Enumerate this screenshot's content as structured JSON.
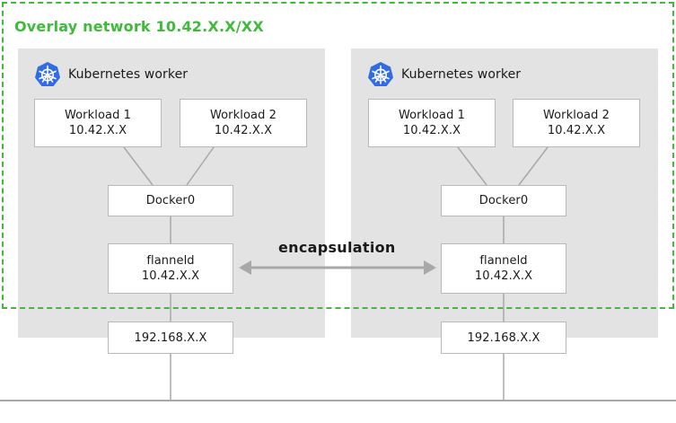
{
  "overlay": {
    "label": "Overlay network 10.42.X.X/XX",
    "color": "#3fba3a"
  },
  "encapsulation_label": "encapsulation",
  "workers": [
    {
      "title": "Kubernetes worker",
      "icon": "kubernetes-icon",
      "workloads": [
        {
          "name": "Workload 1",
          "ip": "10.42.X.X"
        },
        {
          "name": "Workload 2",
          "ip": "10.42.X.X"
        }
      ],
      "bridge": "Docker0",
      "flannel": {
        "name": "flanneld",
        "ip": "10.42.X.X"
      },
      "host_ip": "192.168.X.X"
    },
    {
      "title": "Kubernetes worker",
      "icon": "kubernetes-icon",
      "workloads": [
        {
          "name": "Workload 1",
          "ip": "10.42.X.X"
        },
        {
          "name": "Workload 2",
          "ip": "10.42.X.X"
        }
      ],
      "bridge": "Docker0",
      "flannel": {
        "name": "flanneld",
        "ip": "10.42.X.X"
      },
      "host_ip": "192.168.X.X"
    }
  ]
}
